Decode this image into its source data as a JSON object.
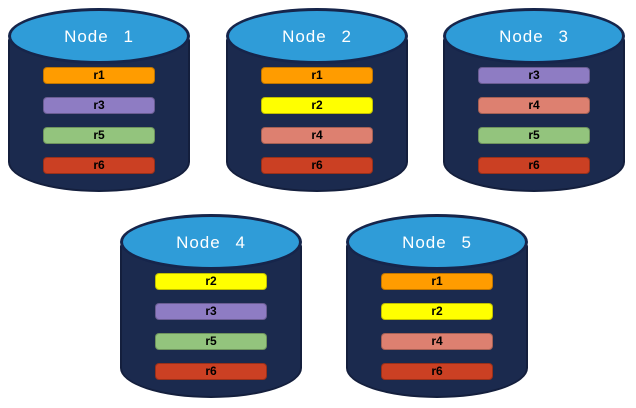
{
  "diagram": {
    "nodes": [
      {
        "name": "Node 1",
        "replicas": [
          {
            "label": "r1",
            "color": "#FF9C00"
          },
          {
            "label": "r3",
            "color": "#8E7CC3"
          },
          {
            "label": "r5",
            "color": "#93C47D"
          },
          {
            "label": "r6",
            "color": "#CB4023"
          }
        ]
      },
      {
        "name": "Node 2",
        "replicas": [
          {
            "label": "r1",
            "color": "#FF9C00"
          },
          {
            "label": "r2",
            "color": "#FFFF00"
          },
          {
            "label": "r4",
            "color": "#DD8070"
          },
          {
            "label": "r6",
            "color": "#CB4023"
          }
        ]
      },
      {
        "name": "Node 3",
        "replicas": [
          {
            "label": "r3",
            "color": "#8E7CC3"
          },
          {
            "label": "r4",
            "color": "#DD8070"
          },
          {
            "label": "r5",
            "color": "#93C47D"
          },
          {
            "label": "r6",
            "color": "#CB4023"
          }
        ]
      },
      {
        "name": "Node 4",
        "replicas": [
          {
            "label": "r2",
            "color": "#FFFF00"
          },
          {
            "label": "r3",
            "color": "#8E7CC3"
          },
          {
            "label": "r5",
            "color": "#93C47D"
          },
          {
            "label": "r6",
            "color": "#CB4023"
          }
        ]
      },
      {
        "name": "Node 5",
        "replicas": [
          {
            "label": "r1",
            "color": "#FF9C00"
          },
          {
            "label": "r2",
            "color": "#FFFF00"
          },
          {
            "label": "r4",
            "color": "#DD8070"
          },
          {
            "label": "r6",
            "color": "#CB4023"
          }
        ]
      }
    ],
    "colors": {
      "cylinder_body": "#1B2A4E",
      "cylinder_outline": "#141F3D",
      "cylinder_top": "#2F9CD8",
      "title_text": "#FFFFFF",
      "replica_text": "#000000"
    }
  }
}
